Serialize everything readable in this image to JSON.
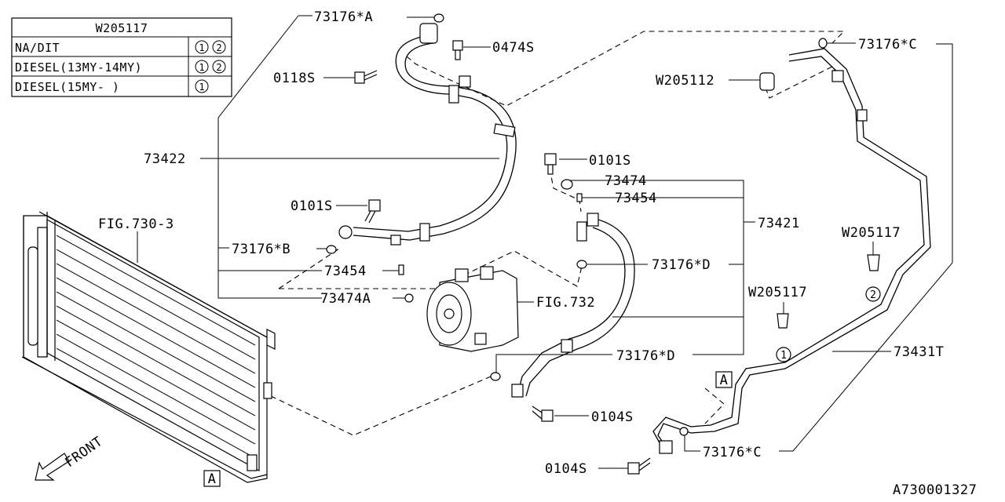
{
  "table": {
    "header": "W205117",
    "rows": [
      {
        "label": "NA/DIT",
        "marks": [
          "1",
          "2"
        ]
      },
      {
        "label": "DIESEL(13MY-14MY)",
        "marks": [
          "1",
          "2"
        ]
      },
      {
        "label": "DIESEL(15MY- )",
        "marks": [
          "1"
        ]
      }
    ]
  },
  "labels": {
    "p73176A": "73176*A",
    "p0474S": "0474S",
    "p0118S": "0118S",
    "p73176C_top": "73176*C",
    "pW205112": "W205112",
    "p73422": "73422",
    "p0101S_right": "0101S",
    "p73474": "73474",
    "p73454_right": "73454",
    "p0101S_left": "0101S",
    "pFIG7303": "FIG.730-3",
    "p73421": "73421",
    "pW205117_right": "W205117",
    "p73176B": "73176*B",
    "p73176D_upper": "73176*D",
    "p73454_left": "73454",
    "p73474A": "73474A",
    "pFIG732": "FIG.732",
    "pW205117_mid": "W205117",
    "p73431T": "73431T",
    "p73176D_lower": "73176*D",
    "pA_mid": "A",
    "p0104S_mid": "0104S",
    "pFRONT": "FRONT",
    "p73176C_bottom": "73176*C",
    "p0104S_bottom": "0104S",
    "pA_bottom": "A",
    "diagram_id": "A730001327"
  },
  "callout_numbers": {
    "one": "1",
    "two": "2"
  }
}
